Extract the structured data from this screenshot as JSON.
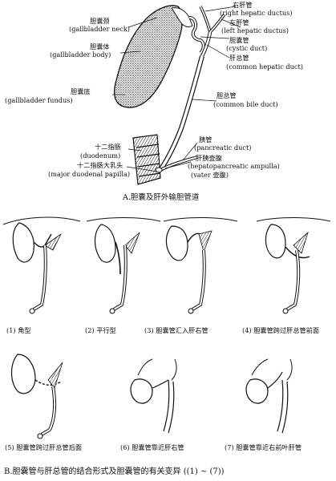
{
  "part_a": {
    "labels": {
      "right_hepatic_cn": "右肝管",
      "right_hepatic_en": "(right hepatic ductus)",
      "left_hepatic_cn": "左肝管",
      "left_hepatic_en": "(left hepatic ductus)",
      "cystic_cn": "胆囊管",
      "cystic_en": "(cystic duct)",
      "common_hepatic_cn": "肝总管",
      "common_hepatic_en": "(common hepatic duct)",
      "common_bile_cn": "胆总管",
      "common_bile_en": "(common bile duct)",
      "pancreatic_cn": "胰管",
      "pancreatic_en": "(pancreatic duct)",
      "ampulla_cn": "肝胰壶腹",
      "ampulla_en": "(hepatopancreatic ampulla)",
      "vater_en": "(vater 壶腹)",
      "neck_cn": "胆囊颈",
      "neck_en": "(gallbladder neck)",
      "body_cn": "胆囊体",
      "body_en": "(gallbladder body)",
      "fundus_cn": "胆囊底",
      "fundus_en": "(gallbladder fundus)",
      "duodenum_cn": "十二指肠",
      "duodenum_en": "(duodenum)",
      "papilla_cn": "十二指肠大乳头",
      "papilla_en": "(major duodenal papilla)"
    },
    "caption": "A.胆囊及肝外输胆管道"
  },
  "part_b": {
    "variants": [
      "(1) 角型",
      "(2) 平行型",
      "(3) 胆囊管汇入肝右管",
      "(4) 胆囊管跨过肝总管前面",
      "(5) 胆囊管跨过肝总管后面",
      "(6) 胆囊管靠近肝右管",
      "(7) 胆囊管靠近右前叶肝管"
    ],
    "caption": "B.胆囊管与肝总管的结合形式及胆囊管的有关变异 ((1) ~ (7))"
  }
}
